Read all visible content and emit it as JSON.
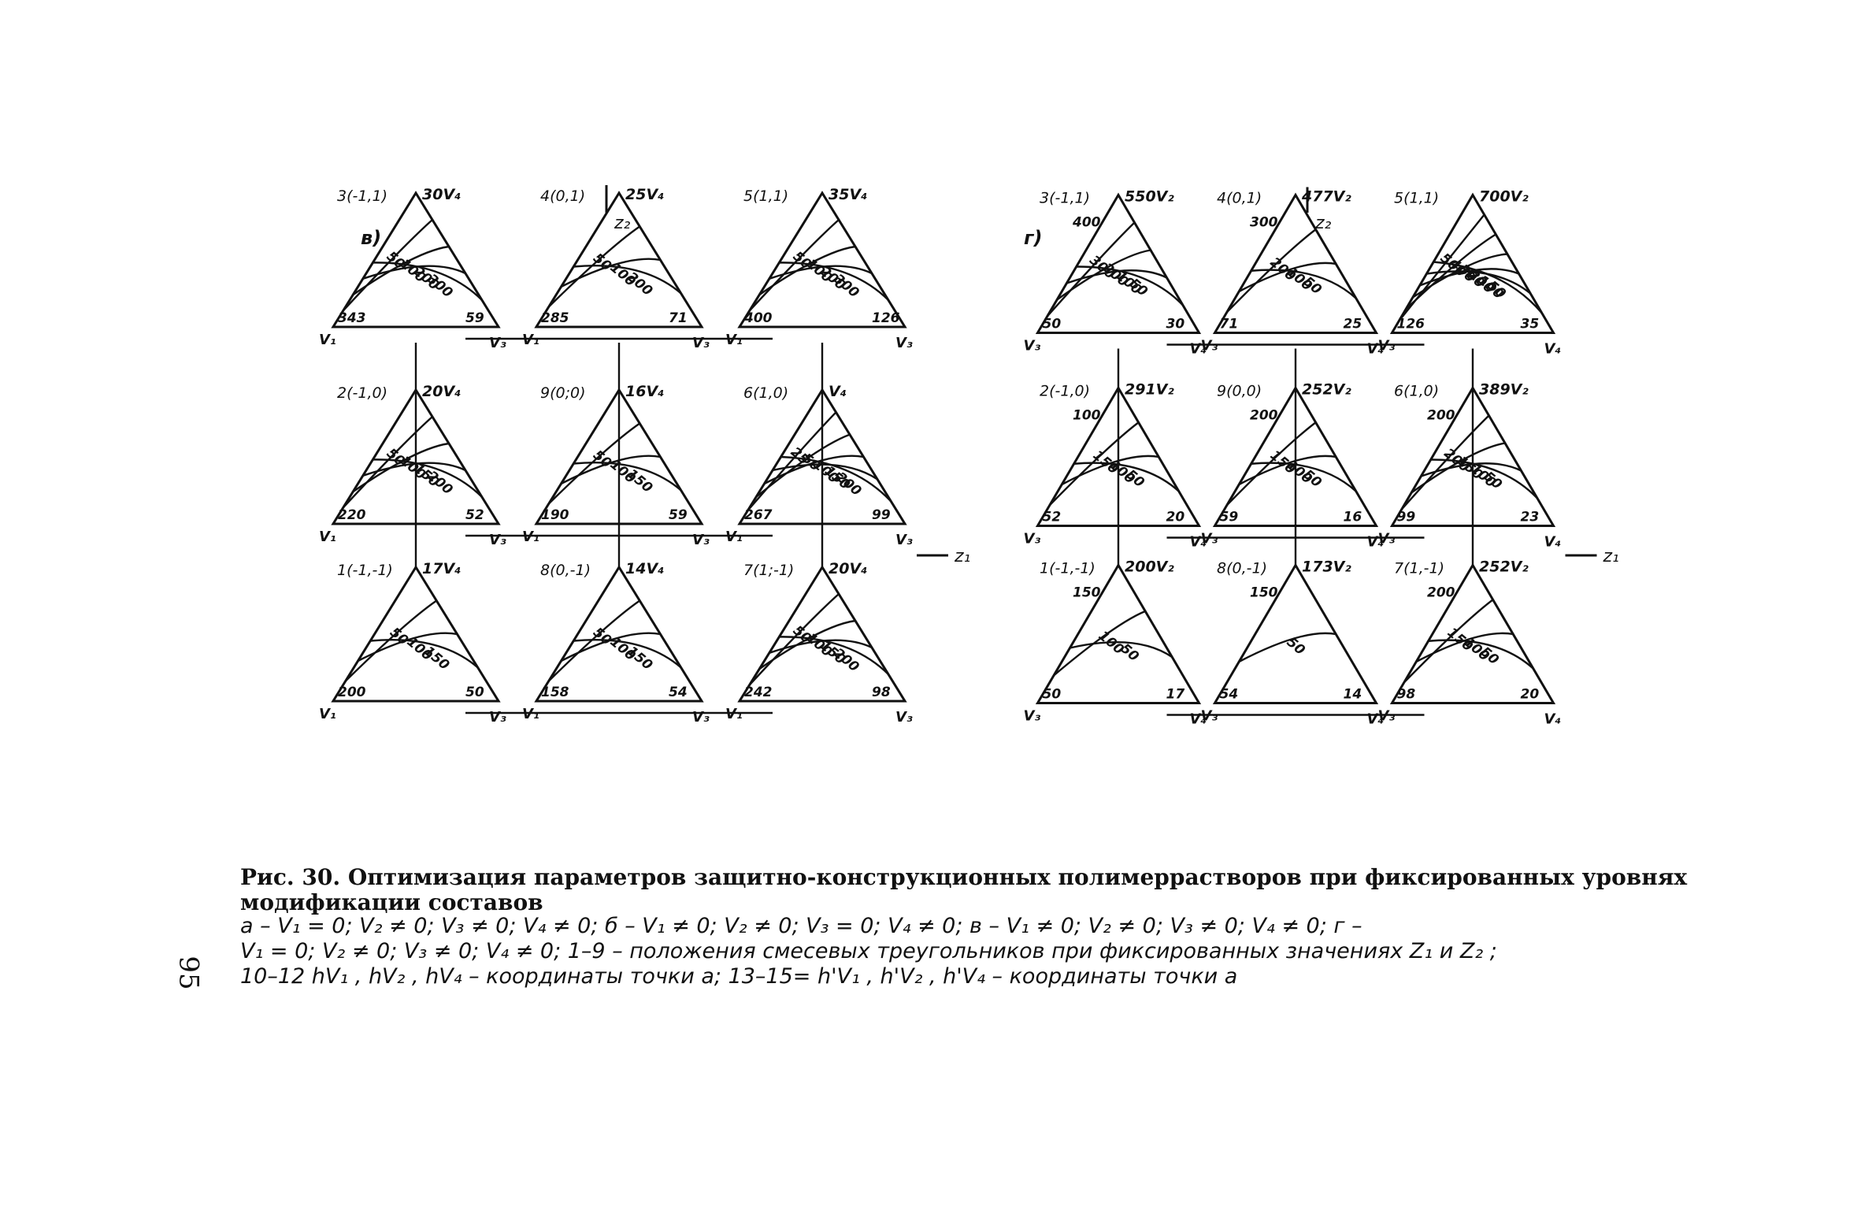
{
  "page_number": "95",
  "caption": {
    "label": "Рис. 30.",
    "title": "Оптимизация параметров защитно-конструкционных полимеррастворов при фиксированных уровнях модификации составов",
    "legend_lines": [
      "а – V₁ = 0;  V₂ ≠ 0;  V₃ ≠ 0;  V₄ ≠ 0; б – V₁ ≠ 0;  V₂ ≠ 0;  V₃ = 0;  V₄ ≠ 0; в – V₁ ≠ 0;  V₂ ≠ 0;  V₃ ≠ 0;  V₄ ≠ 0; г –",
      "V₁ = 0;  V₂ ≠ 0;  V₃ ≠ 0;  V₄ ≠ 0;  1–9 – положения смесевых треугольников при фиксированных значениях Z₁ и Z₂ ;",
      "10–12   hV₁ , hV₂ , hV₄ – координаты точки а; 13–15= h'V₁ , h'V₂ , h'V₄ – координаты точки а"
    ]
  },
  "panels": [
    {
      "id": "v",
      "letter": "в)",
      "axis_z2": "z₂",
      "axis_z1": "z₁",
      "triangles": [
        {
          "pos": "3(-1,1)",
          "top": "30V₄",
          "left_vertex": "V₁",
          "right_vertex": "V₃",
          "left_value": "343",
          "right_value": "59",
          "contours": [
            "50",
            "100",
            "200",
            "300"
          ]
        },
        {
          "pos": "4(0,1)",
          "top": "25V₄",
          "left_vertex": "V₁",
          "right_vertex": "V₃",
          "left_value": "285",
          "right_value": "71",
          "contours": [
            "50",
            "100",
            "200"
          ]
        },
        {
          "pos": "5(1,1)",
          "top": "35V₄",
          "left_vertex": "V₁",
          "right_vertex": "V₃",
          "left_value": "400",
          "right_value": "126",
          "contours": [
            "50",
            "100",
            "200",
            "300"
          ]
        },
        {
          "pos": "2(-1,0)",
          "top": "20V₄",
          "left_vertex": "V₁",
          "right_vertex": "V₃",
          "left_value": "220",
          "right_value": "52",
          "contours": [
            "50",
            "100",
            "150",
            "200"
          ]
        },
        {
          "pos": "9(0;0)",
          "top": "16V₄",
          "left_vertex": "V₁",
          "right_vertex": "V₃",
          "left_value": "190",
          "right_value": "59",
          "contours": [
            "50",
            "100",
            "150"
          ]
        },
        {
          "pos": "6(1,0)",
          "top": "V₄",
          "left_vertex": "V₁",
          "right_vertex": "V₃",
          "left_value": "267",
          "right_value": "99",
          "contours": [
            "25",
            "50",
            "100",
            "150",
            "200"
          ]
        },
        {
          "pos": "1(-1,-1)",
          "top": "17V₄",
          "left_vertex": "V₁",
          "right_vertex": "V₃",
          "left_value": "200",
          "right_value": "50",
          "contours": [
            "50",
            "100",
            "150"
          ]
        },
        {
          "pos": "8(0,-1)",
          "top": "14V₄",
          "left_vertex": "V₁",
          "right_vertex": "V₃",
          "left_value": "158",
          "right_value": "54",
          "contours": [
            "50",
            "100",
            "150"
          ]
        },
        {
          "pos": "7(1;-1)",
          "top": "20V₄",
          "left_vertex": "V₁",
          "right_vertex": "V₃",
          "left_value": "242",
          "right_value": "98",
          "contours": [
            "50",
            "100",
            "150",
            "200"
          ]
        }
      ]
    },
    {
      "id": "g",
      "letter": "г)",
      "axis_z2": "z₂",
      "axis_z1": "z₁",
      "triangles": [
        {
          "pos": "3(-1,1)",
          "top": "550V₂",
          "left_vertex": "V₃",
          "right_vertex": "V₄",
          "left_value": "50",
          "right_value": "30",
          "side_label": "400",
          "contours": [
            "300",
            "200",
            "100",
            "50"
          ]
        },
        {
          "pos": "4(0,1)",
          "top": "477V₂",
          "left_vertex": "V₃",
          "right_vertex": "V₄",
          "left_value": "71",
          "right_value": "25",
          "side_label": "300",
          "contours": [
            "200",
            "100",
            "50"
          ]
        },
        {
          "pos": "5(1,1)",
          "top": "700V₂",
          "left_vertex": "V₃",
          "right_vertex": "V₄",
          "left_value": "126",
          "right_value": "35",
          "contours": [
            "500",
            "400",
            "300",
            "200",
            "100",
            "50"
          ]
        },
        {
          "pos": "2(-1,0)",
          "top": "291V₂",
          "left_vertex": "V₃",
          "right_vertex": "V₄",
          "left_value": "52",
          "right_value": "20",
          "side_label": "100",
          "contours": [
            "150",
            "100",
            "50"
          ]
        },
        {
          "pos": "9(0,0)",
          "top": "252V₂",
          "left_vertex": "V₃",
          "right_vertex": "V₄",
          "left_value": "59",
          "right_value": "16",
          "side_label": "200",
          "contours": [
            "150",
            "100",
            "50"
          ]
        },
        {
          "pos": "6(1,0)",
          "top": "389V₂",
          "left_vertex": "V₃",
          "right_vertex": "V₄",
          "left_value": "99",
          "right_value": "23",
          "side_label": "200",
          "contours": [
            "200",
            "150",
            "100",
            "50"
          ]
        },
        {
          "pos": "1(-1,-1)",
          "top": "200V₂",
          "left_vertex": "V₃",
          "right_vertex": "V₄",
          "left_value": "50",
          "right_value": "17",
          "side_label": "150",
          "contours": [
            "100",
            "50"
          ]
        },
        {
          "pos": "8(0,-1)",
          "top": "173V₂",
          "left_vertex": "V₃",
          "right_vertex": "V₄",
          "left_value": "54",
          "right_value": "14",
          "side_label": "150",
          "contours": [
            "50"
          ]
        },
        {
          "pos": "7(1,-1)",
          "top": "252V₂",
          "left_vertex": "V₃",
          "right_vertex": "V₄",
          "left_value": "98",
          "right_value": "20",
          "side_label": "200",
          "contours": [
            "150",
            "100",
            "50"
          ]
        }
      ]
    }
  ]
}
